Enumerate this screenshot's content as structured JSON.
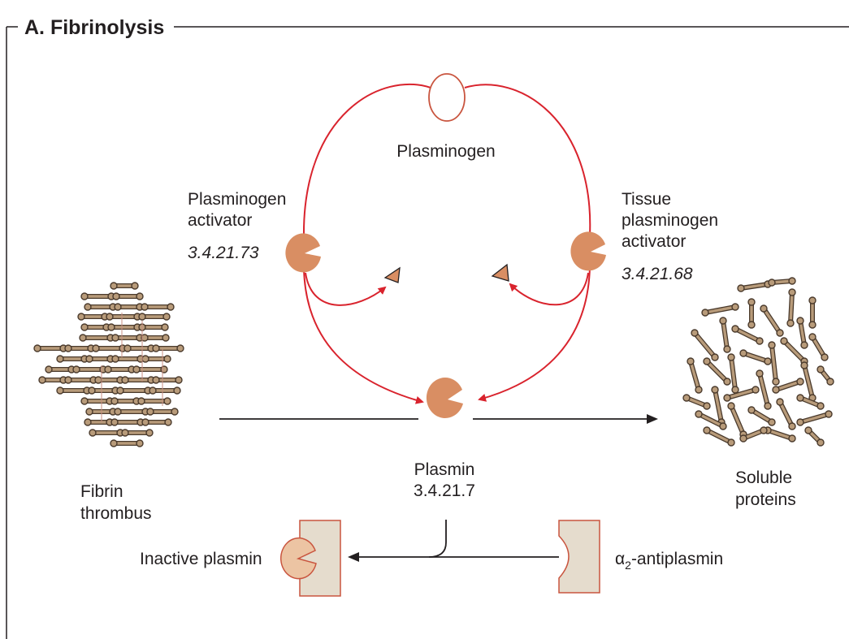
{
  "section_title": "A. Fibrinolysis",
  "labels": {
    "plasminogen": "Plasminogen",
    "plasminogen_activator": [
      "Plasminogen",
      "activator"
    ],
    "plasminogen_activator_ec": "3.4.21.73",
    "tissue_plasminogen_activator": [
      "Tissue",
      "plasminogen",
      "activator"
    ],
    "tissue_plasminogen_activator_ec": "3.4.21.68",
    "plasmin": "Plasmin",
    "plasmin_ec": "3.4.21.7",
    "fibrin_thrombus": [
      "Fibrin",
      "thrombus"
    ],
    "soluble_proteins": [
      "Soluble",
      "proteins"
    ],
    "inactive_plasmin": "Inactive plasmin",
    "antiplasmin_prefix": "α",
    "antiplasmin_subscript": "2",
    "antiplasmin_suffix": "-antiplasmin"
  },
  "colors": {
    "frame": "#231f20",
    "cycle_red": "#d9232d",
    "enzyme_fill": "#d98e63",
    "enzyme_light": "#ecc4a3",
    "inhibitor_fill": "#e5dccd",
    "inhibitor_stroke": "#c9553f",
    "plasminogen_stroke": "#c9553f",
    "fiber_fill": "#b89b7a",
    "fiber_stroke": "#4a3a2c"
  }
}
